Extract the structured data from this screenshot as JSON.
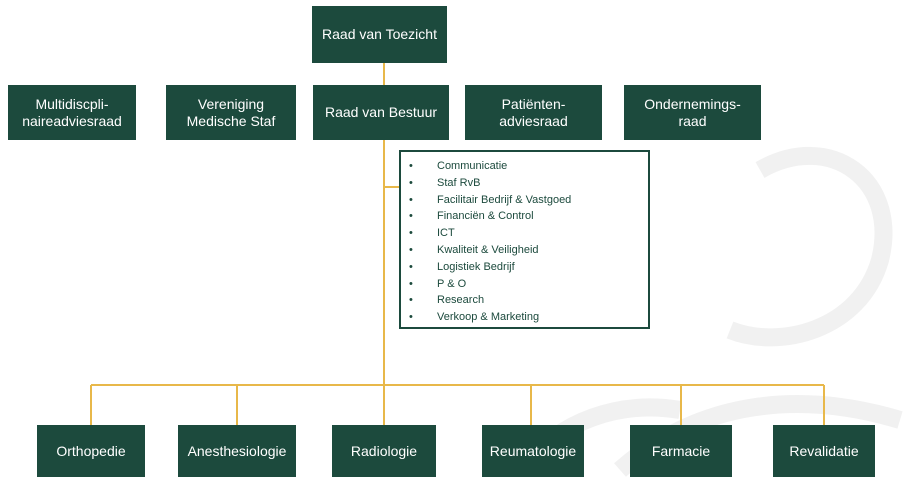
{
  "colors": {
    "box_fill": "#1c4a3d",
    "box_text": "#ffffff",
    "connector": "#e8b84a",
    "panel_border": "#1c4a3d"
  },
  "top": {
    "label": "Raad van Toezicht"
  },
  "board_row": [
    {
      "label": "Multidiscpli-\nnaireadviesraad"
    },
    {
      "label": "Vereniging\nMedische Staf"
    },
    {
      "label": "Raad van Bestuur"
    },
    {
      "label": "Patiënten-\nadviesraad"
    },
    {
      "label": "Ondernemings-\nraad"
    }
  ],
  "staff_panel": {
    "bullet": "•",
    "items": [
      "Communicatie",
      "Staf RvB",
      "Facilitair Bedrijf & Vastgoed",
      "Financiën & Control",
      "ICT",
      "Kwaliteit & Veiligheid",
      "Logistiek Bedrijf",
      "P & O",
      "Research",
      "Verkoop & Marketing"
    ]
  },
  "departments": [
    {
      "label": "Orthopedie"
    },
    {
      "label": "Anesthesiologie"
    },
    {
      "label": "Radiologie"
    },
    {
      "label": "Reumatologie"
    },
    {
      "label": "Farmacie"
    },
    {
      "label": "Revalidatie"
    }
  ]
}
